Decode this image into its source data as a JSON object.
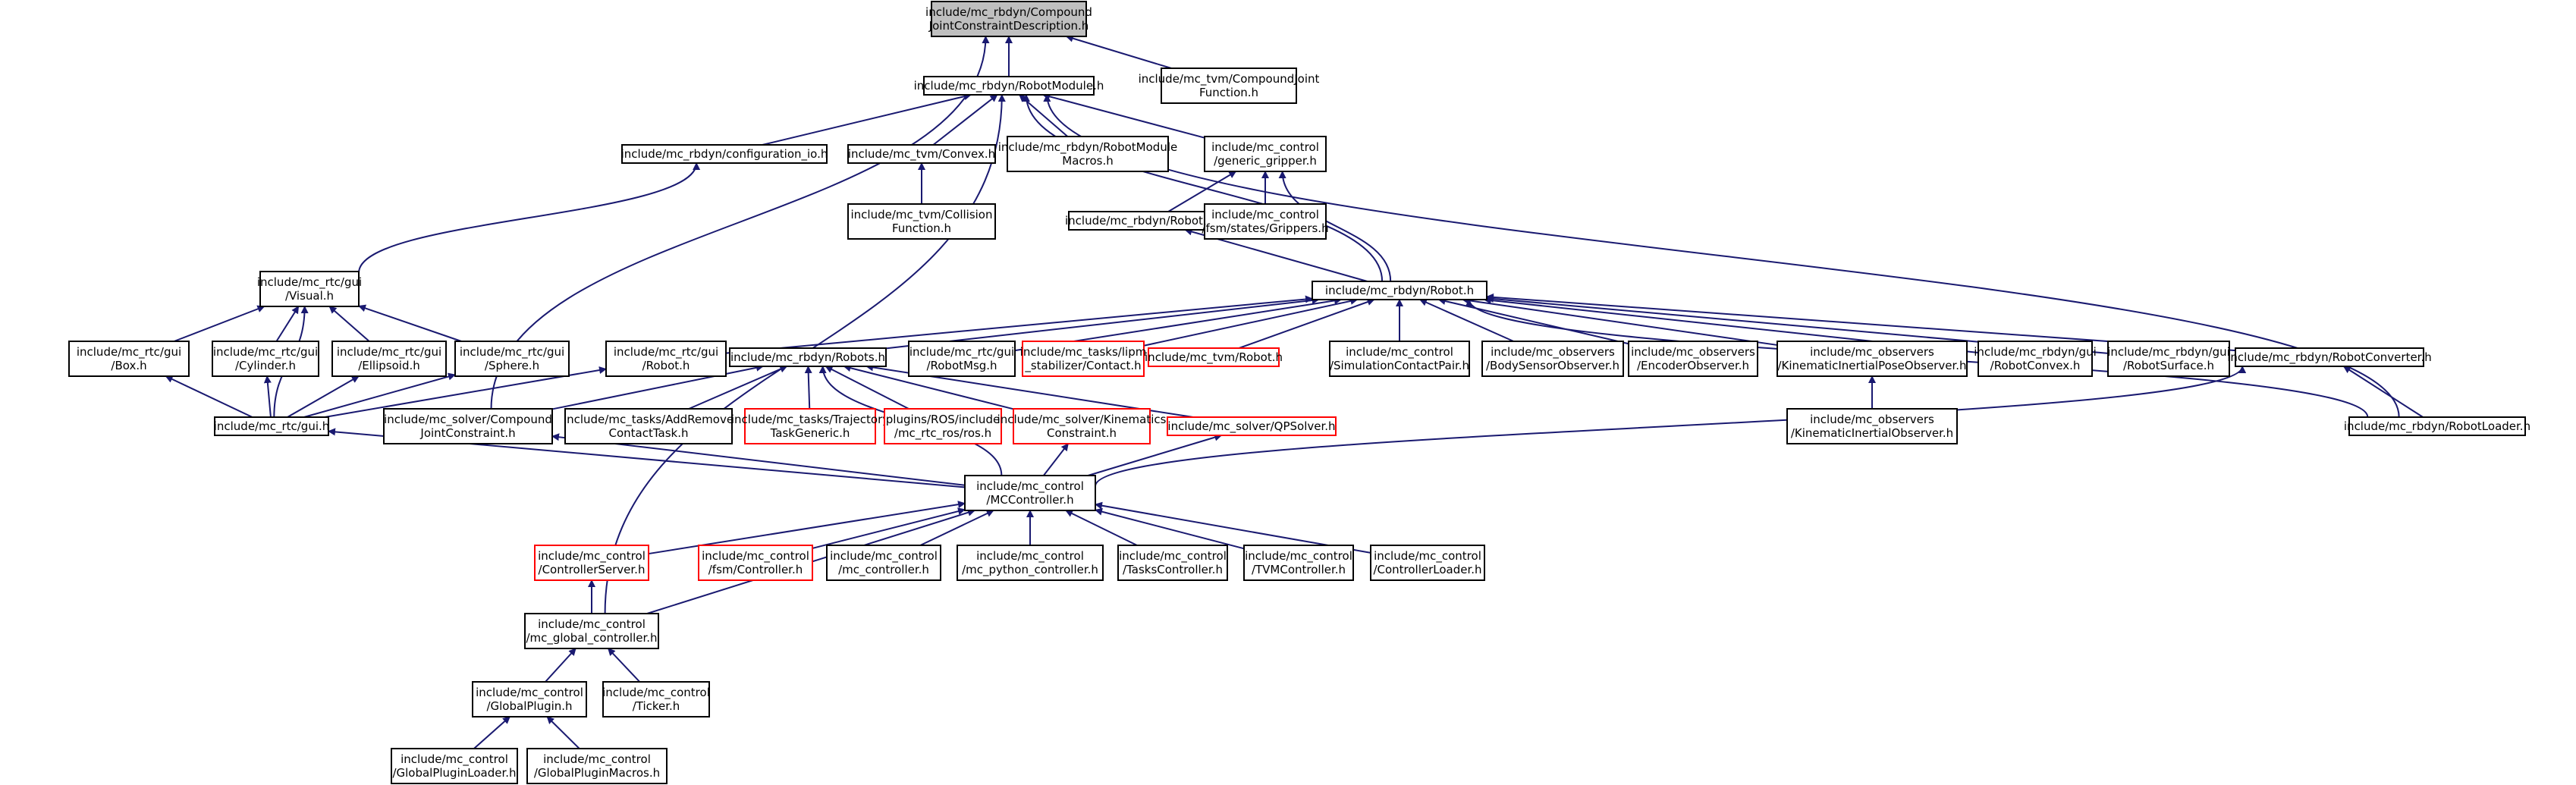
{
  "colors": {
    "edge": "#191970",
    "node_border": "#000000",
    "missing_border": "#ff0000",
    "root_fill": "#bfbfbf"
  },
  "nodes": {
    "n1": {
      "lines": [
        "include/mc_rbdyn/Compound",
        "JointConstraintDescription.h"
      ],
      "style": "root"
    },
    "n2": {
      "lines": [
        "include/mc_rbdyn/RobotModule.h"
      ]
    },
    "n3": {
      "lines": [
        "include/mc_tvm/CompoundJoint",
        "Function.h"
      ]
    },
    "n4": {
      "lines": [
        "include/mc_rbdyn/configuration_io.h"
      ]
    },
    "n5": {
      "lines": [
        "include/mc_tvm/Convex.h"
      ]
    },
    "n6": {
      "lines": [
        "include/mc_rbdyn/RobotModule",
        "Macros.h"
      ]
    },
    "n7": {
      "lines": [
        "include/mc_control",
        "/generic_gripper.h"
      ]
    },
    "n8": {
      "lines": [
        "include/mc_tvm/Collision",
        "Function.h"
      ]
    },
    "n9": {
      "lines": [
        "include/mc_rbdyn/RobotData.h"
      ]
    },
    "n10": {
      "lines": [
        "include/mc_control",
        "/fsm/states/Grippers.h"
      ]
    },
    "n11": {
      "lines": [
        "include/mc_rtc/gui",
        "/Visual.h"
      ]
    },
    "n12": {
      "lines": [
        "include/mc_rbdyn/Robot.h"
      ]
    },
    "n13": {
      "lines": [
        "include/mc_rtc/gui",
        "/Box.h"
      ]
    },
    "n14": {
      "lines": [
        "include/mc_rtc/gui",
        "/Cylinder.h"
      ]
    },
    "n15": {
      "lines": [
        "include/mc_rtc/gui",
        "/Ellipsoid.h"
      ]
    },
    "n16": {
      "lines": [
        "include/mc_rtc/gui",
        "/Sphere.h"
      ]
    },
    "n17": {
      "lines": [
        "include/mc_rtc/gui",
        "/Robot.h"
      ]
    },
    "n18": {
      "lines": [
        "include/mc_rbdyn/Robots.h"
      ]
    },
    "n19": {
      "lines": [
        "include/mc_rtc/gui",
        "/RobotMsg.h"
      ]
    },
    "n20": {
      "lines": [
        "include/mc_tasks/lipm",
        "_stabilizer/Contact.h"
      ],
      "style": "red"
    },
    "n21": {
      "lines": [
        "include/mc_tvm/Robot.h"
      ],
      "style": "red"
    },
    "n22": {
      "lines": [
        "include/mc_control",
        "/SimulationContactPair.h"
      ]
    },
    "n23": {
      "lines": [
        "include/mc_observers",
        "/BodySensorObserver.h"
      ]
    },
    "n24": {
      "lines": [
        "include/mc_observers",
        "/EncoderObserver.h"
      ]
    },
    "n25": {
      "lines": [
        "include/mc_observers",
        "/KinematicInertialPoseObserver.h"
      ]
    },
    "n26": {
      "lines": [
        "include/mc_rbdyn/gui",
        "/RobotConvex.h"
      ]
    },
    "n27": {
      "lines": [
        "include/mc_rbdyn/gui",
        "/RobotSurface.h"
      ]
    },
    "n28": {
      "lines": [
        "include/mc_rbdyn/RobotConverter.h"
      ]
    },
    "n29": {
      "lines": [
        "include/mc_rtc/gui.h"
      ]
    },
    "n30": {
      "lines": [
        "include/mc_solver/Compound",
        "JointConstraint.h"
      ]
    },
    "n31": {
      "lines": [
        "include/mc_tasks/AddRemove",
        "ContactTask.h"
      ]
    },
    "n32": {
      "lines": [
        "include/mc_tasks/Trajectory",
        "TaskGeneric.h"
      ],
      "style": "red"
    },
    "n33": {
      "lines": [
        "plugins/ROS/include",
        "/mc_rtc_ros/ros.h"
      ],
      "style": "red"
    },
    "n34": {
      "lines": [
        "include/mc_solver/Kinematics",
        "Constraint.h"
      ],
      "style": "red"
    },
    "n35": {
      "lines": [
        "include/mc_solver/QPSolver.h"
      ],
      "style": "red"
    },
    "n36": {
      "lines": [
        "include/mc_observers",
        "/KinematicInertialObserver.h"
      ]
    },
    "n37": {
      "lines": [
        "include/mc_rbdyn/RobotLoader.h"
      ]
    },
    "n38": {
      "lines": [
        "include/mc_control",
        "/MCController.h"
      ]
    },
    "n39": {
      "lines": [
        "include/mc_control",
        "/ControllerServer.h"
      ],
      "style": "red"
    },
    "n40": {
      "lines": [
        "include/mc_control",
        "/fsm/Controller.h"
      ],
      "style": "red"
    },
    "n41": {
      "lines": [
        "include/mc_control",
        "/mc_controller.h"
      ]
    },
    "n42": {
      "lines": [
        "include/mc_control",
        "/mc_python_controller.h"
      ]
    },
    "n43": {
      "lines": [
        "include/mc_control",
        "/TasksController.h"
      ]
    },
    "n44": {
      "lines": [
        "include/mc_control",
        "/TVMController.h"
      ]
    },
    "n45": {
      "lines": [
        "include/mc_control",
        "/ControllerLoader.h"
      ]
    },
    "n46": {
      "lines": [
        "include/mc_control",
        "/mc_global_controller.h"
      ]
    },
    "n47": {
      "lines": [
        "include/mc_control",
        "/GlobalPlugin.h"
      ]
    },
    "n48": {
      "lines": [
        "include/mc_control",
        "/Ticker.h"
      ]
    },
    "n49": {
      "lines": [
        "include/mc_control",
        "/GlobalPluginLoader.h"
      ]
    },
    "n50": {
      "lines": [
        "include/mc_control",
        "/GlobalPluginMacros.h"
      ]
    }
  },
  "edges": [
    [
      "n2",
      "n1"
    ],
    [
      "n3",
      "n1"
    ],
    [
      "n30",
      "n1"
    ],
    [
      "n4",
      "n2"
    ],
    [
      "n5",
      "n2"
    ],
    [
      "n6",
      "n2"
    ],
    [
      "n7",
      "n2"
    ],
    [
      "n12",
      "n2"
    ],
    [
      "n37",
      "n2"
    ],
    [
      "n46",
      "n2"
    ],
    [
      "n8",
      "n5"
    ],
    [
      "n9",
      "n7"
    ],
    [
      "n10",
      "n7"
    ],
    [
      "n12",
      "n7"
    ],
    [
      "n11",
      "n4"
    ],
    [
      "n12",
      "n9"
    ],
    [
      "n13",
      "n11"
    ],
    [
      "n14",
      "n11"
    ],
    [
      "n15",
      "n11"
    ],
    [
      "n16",
      "n11"
    ],
    [
      "n29",
      "n11"
    ],
    [
      "n29",
      "n13"
    ],
    [
      "n29",
      "n14"
    ],
    [
      "n29",
      "n15"
    ],
    [
      "n29",
      "n16"
    ],
    [
      "n29",
      "n17"
    ],
    [
      "n17",
      "n12"
    ],
    [
      "n18",
      "n12"
    ],
    [
      "n19",
      "n12"
    ],
    [
      "n20",
      "n12"
    ],
    [
      "n21",
      "n12"
    ],
    [
      "n22",
      "n12"
    ],
    [
      "n23",
      "n12"
    ],
    [
      "n24",
      "n12"
    ],
    [
      "n25",
      "n12"
    ],
    [
      "n26",
      "n12"
    ],
    [
      "n27",
      "n12"
    ],
    [
      "n28",
      "n12"
    ],
    [
      "n37",
      "n12"
    ],
    [
      "n30",
      "n18"
    ],
    [
      "n31",
      "n18"
    ],
    [
      "n32",
      "n18"
    ],
    [
      "n33",
      "n18"
    ],
    [
      "n34",
      "n18"
    ],
    [
      "n35",
      "n18"
    ],
    [
      "n38",
      "n18"
    ],
    [
      "n36",
      "n25"
    ],
    [
      "n37",
      "n28"
    ],
    [
      "n38",
      "n28"
    ],
    [
      "n38",
      "n29"
    ],
    [
      "n38",
      "n30"
    ],
    [
      "n38",
      "n34"
    ],
    [
      "n38",
      "n35"
    ],
    [
      "n39",
      "n38"
    ],
    [
      "n40",
      "n38"
    ],
    [
      "n41",
      "n38"
    ],
    [
      "n42",
      "n38"
    ],
    [
      "n43",
      "n38"
    ],
    [
      "n44",
      "n38"
    ],
    [
      "n45",
      "n38"
    ],
    [
      "n46",
      "n38"
    ],
    [
      "n46",
      "n39"
    ],
    [
      "n47",
      "n46"
    ],
    [
      "n48",
      "n46"
    ],
    [
      "n49",
      "n47"
    ],
    [
      "n50",
      "n47"
    ]
  ]
}
